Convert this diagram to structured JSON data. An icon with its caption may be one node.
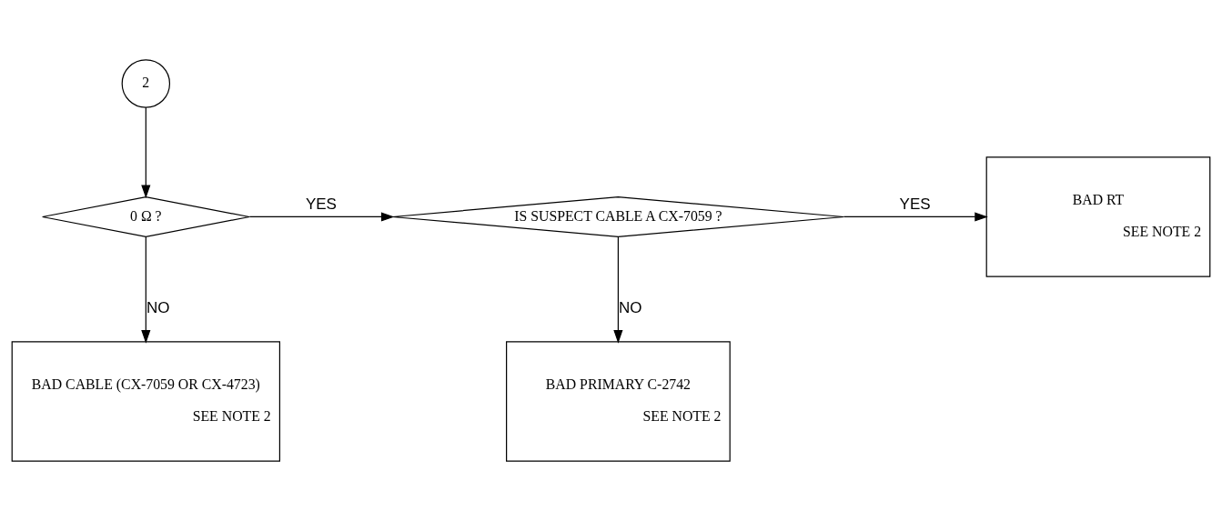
{
  "diagram": {
    "nodes": [
      {
        "text": [
          "2"
        ]
      },
      {
        "text": [
          "0 Ω ?"
        ]
      },
      {
        "text": [
          "IS SUSPECT CABLE A CX-7059 ?"
        ]
      },
      {
        "text": [
          "BAD RT",
          "SEE NOTE 2"
        ]
      },
      {
        "text": [
          "BAD CABLE (CX-7059 OR CX-4723)",
          "SEE NOTE 2"
        ]
      },
      {
        "text": [
          "BAD PRIMARY C-2742",
          "SEE NOTE 2"
        ]
      }
    ],
    "edges": [
      {
        "from": 0,
        "to": 1,
        "arrow": "to"
      },
      {
        "from": 1,
        "to": 2,
        "arrow": "to",
        "label": "YES"
      },
      {
        "from": 2,
        "to": 3,
        "arrow": "to",
        "label": "YES"
      },
      {
        "from": 1,
        "to": 4,
        "arrow": "to",
        "label": "NO"
      },
      {
        "from": 2,
        "to": 5,
        "arrow": "to",
        "label": "NO"
      }
    ]
  }
}
